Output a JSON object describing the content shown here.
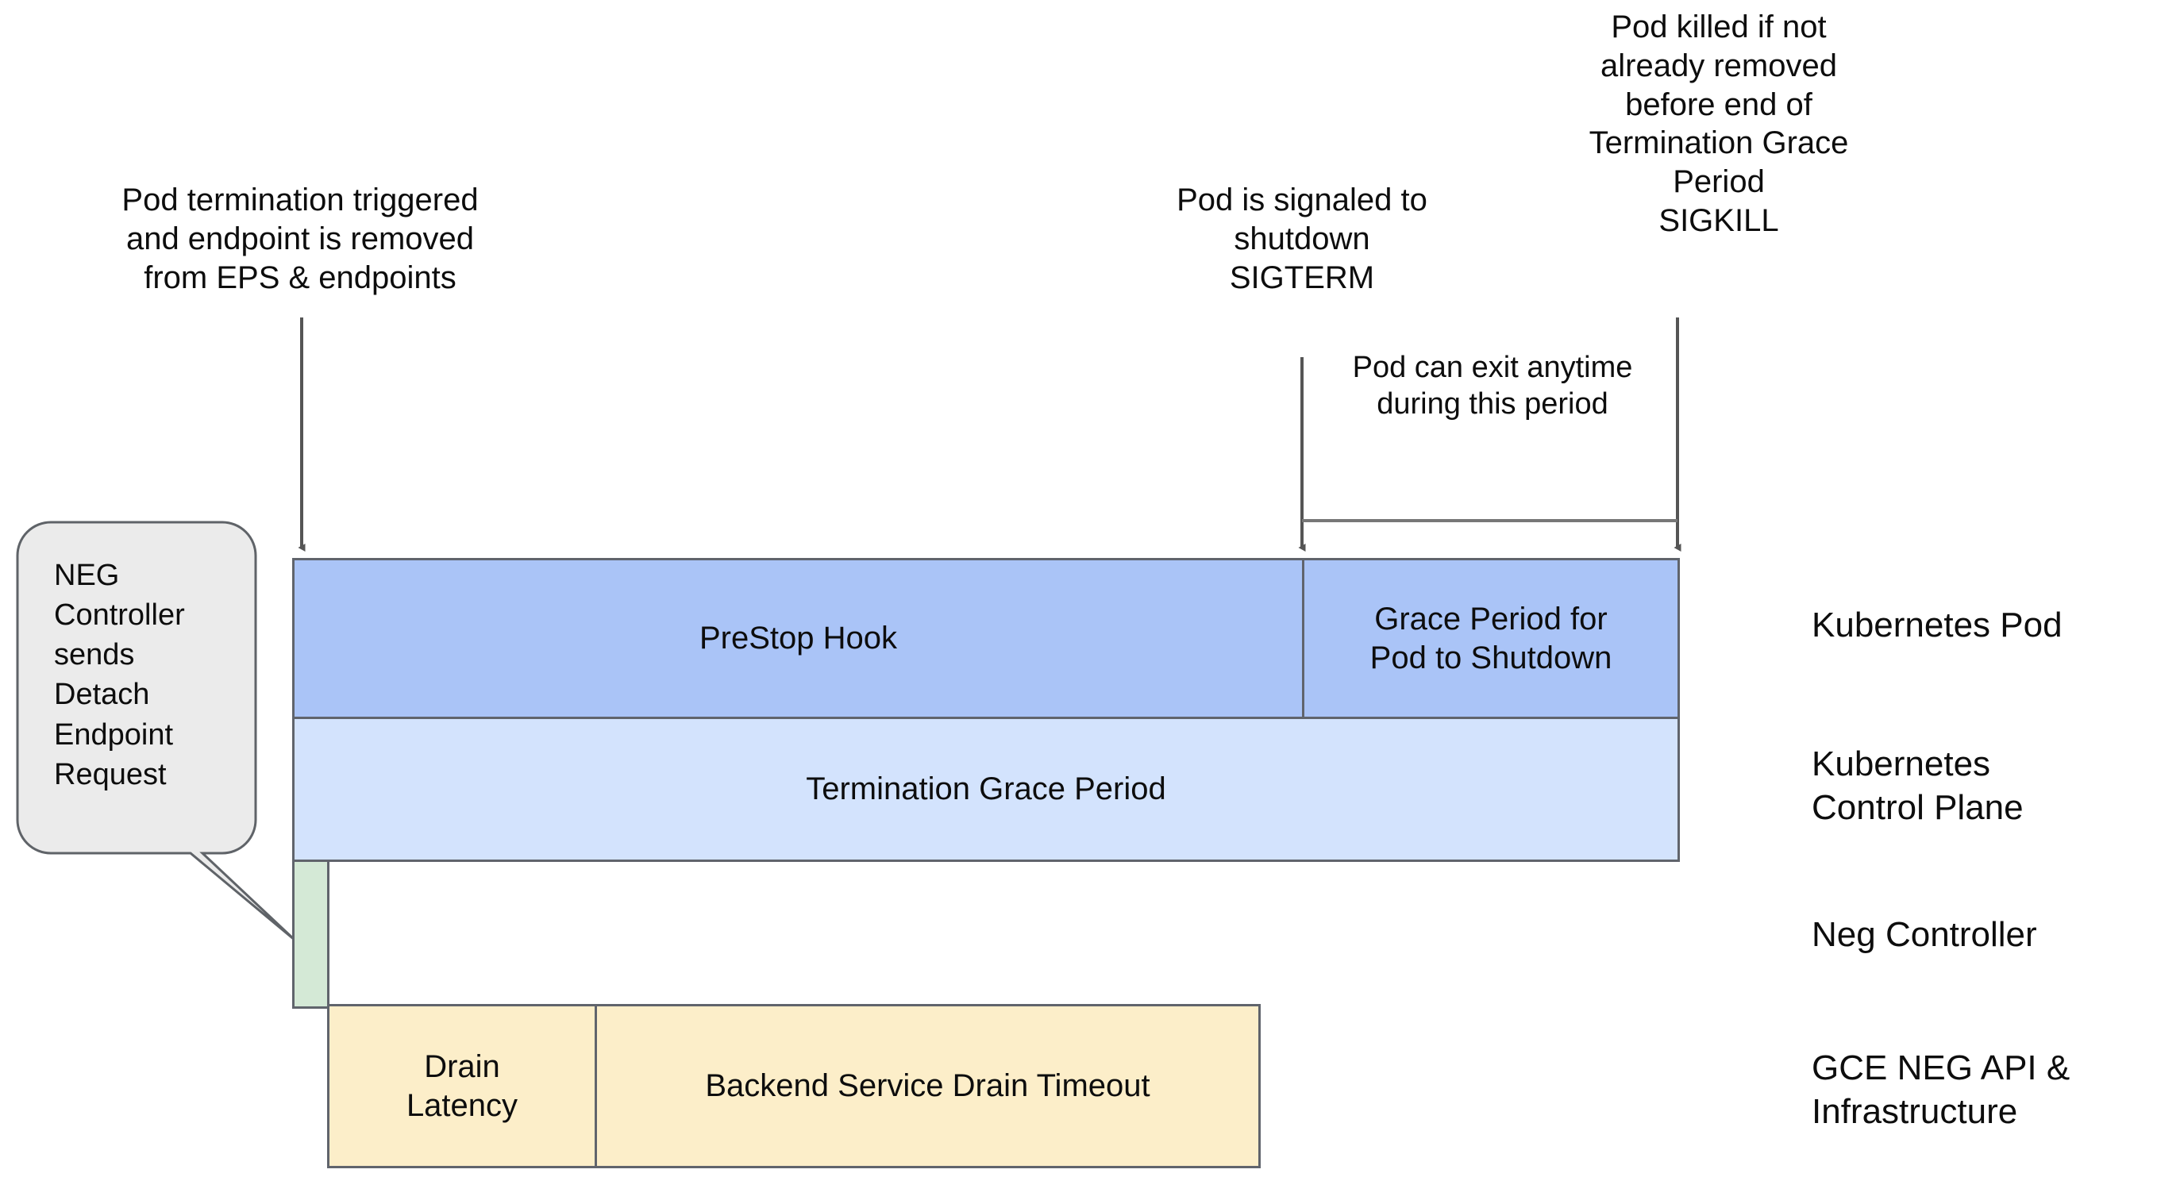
{
  "diagram": {
    "title_text": "",
    "colors": {
      "prestop_fill": "#aac4f7",
      "grace_fill": "#aac4f7",
      "termination_fill": "#d3e3fd",
      "neg_fill": "#d4e9d6",
      "drain_fill": "#fceec9",
      "callout_fill": "#ebebeb",
      "stroke": "#60646c",
      "arrow_stroke": "#555555",
      "text": "#0d0d0d"
    }
  },
  "annotations": {
    "pod_termination": "Pod termination triggered\nand endpoint is removed\nfrom EPS & endpoints",
    "sigterm": "Pod is signaled to\nshutdown\nSIGTERM",
    "sigkill": "Pod killed if not\nalready removed\nbefore end of\nTermination Grace\nPeriod\nSIGKILL",
    "pod_exit": "Pod can exit anytime\nduring this period"
  },
  "callout": {
    "text": "NEG\nController\nsends\nDetach\nEndpoint\nRequest"
  },
  "bars": {
    "prestop_hook": "PreStop Hook",
    "grace_period": "Grace Period for\nPod to Shutdown",
    "termination_grace_period": "Termination Grace Period",
    "neg_controller_bar": "",
    "drain_latency": "Drain\nLatency",
    "backend_drain_timeout": "Backend Service Drain Timeout"
  },
  "lane_labels": {
    "pod": "Kubernetes Pod",
    "control_plane": "Kubernetes\nControl Plane",
    "neg_controller": "Neg Controller",
    "gce": "GCE NEG API &\nInfrastructure"
  }
}
